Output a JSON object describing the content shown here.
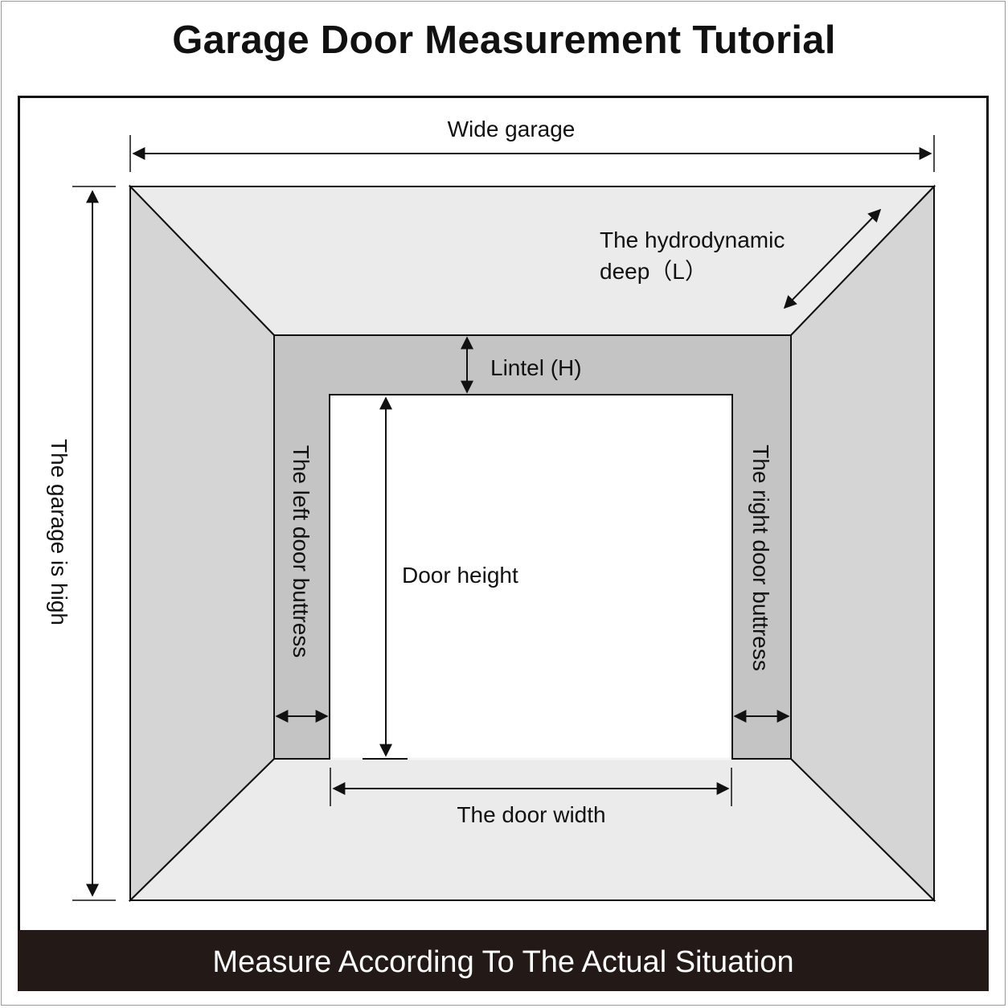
{
  "title": "Garage Door Measurement Tutorial",
  "labels": {
    "wide_garage": "Wide garage",
    "hydrodynamic_line1": "The hydrodynamic",
    "hydrodynamic_line2": "deep（L）",
    "lintel": "Lintel (H)",
    "garage_high": "The garage is high",
    "left_buttress": "The left door buttress",
    "right_buttress": "The right door buttress",
    "door_height": "Door height",
    "door_width": "The door width"
  },
  "footer": "Measure According To The Actual Situation",
  "colors": {
    "ceiling_floor": "#ebebeb",
    "side_walls": "#d5d5d5",
    "back_wall": "#c4c4c4",
    "door_opening": "#ffffff",
    "footer_bg": "#231a17",
    "line": "#111111"
  }
}
